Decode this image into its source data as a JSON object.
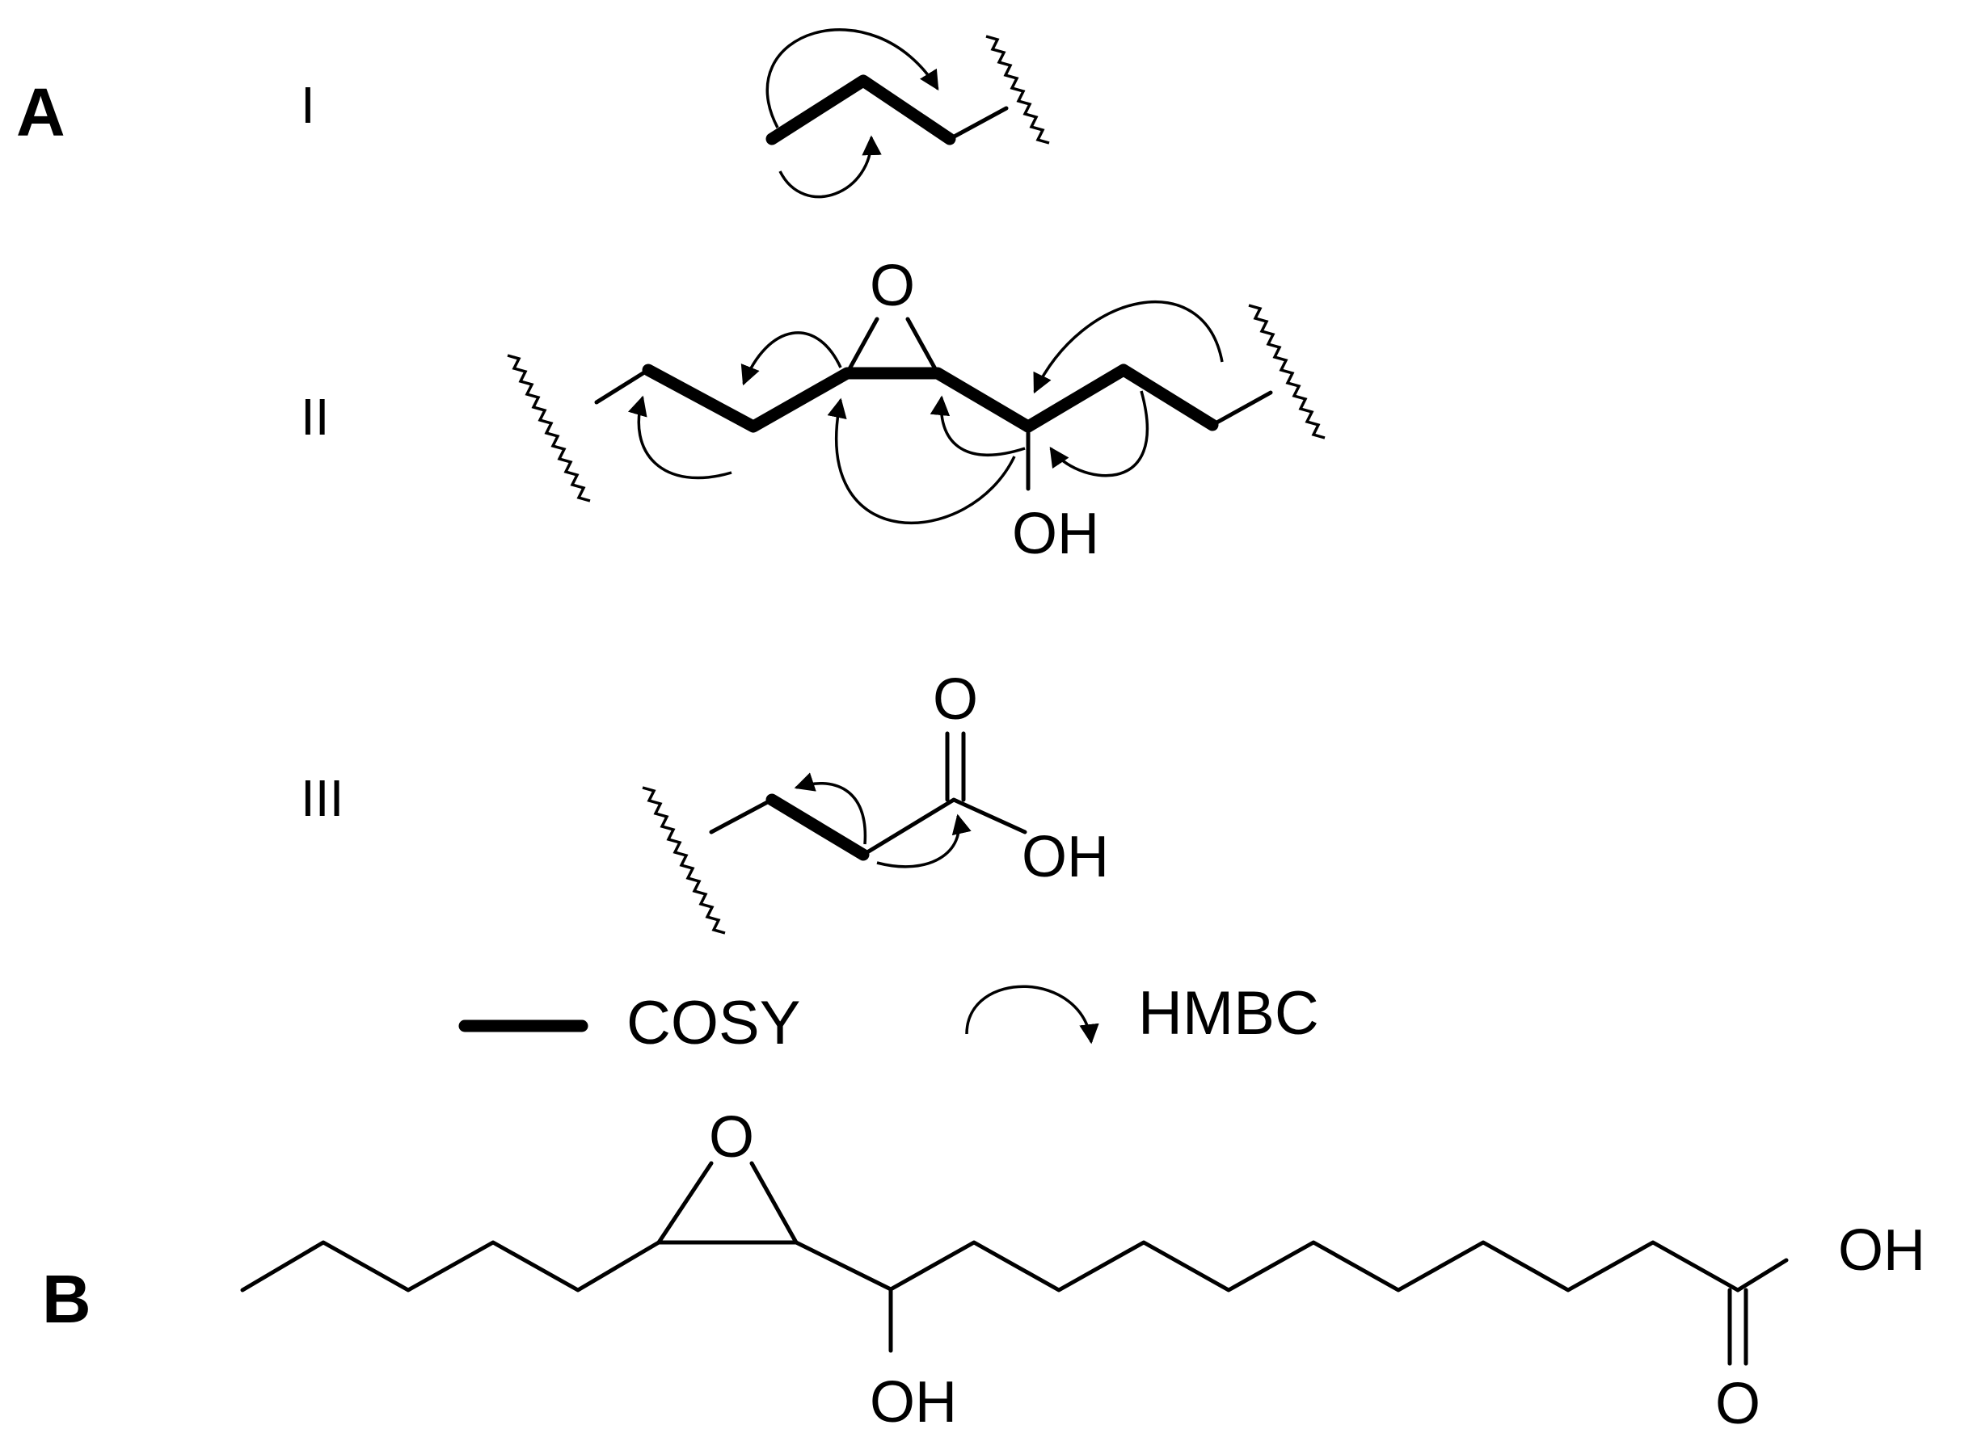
{
  "panels": {
    "a": "A",
    "b": "B"
  },
  "fragments": {
    "i": {
      "label": "I"
    },
    "ii": {
      "label": "II",
      "epoxide_o": "O",
      "hydroxyl": "OH"
    },
    "iii": {
      "label": "III",
      "carbonyl_o": "O",
      "hydroxyl": "OH"
    }
  },
  "legend": {
    "cosy": "COSY",
    "hmbc": "HMBC"
  },
  "structure_b": {
    "epoxide_o": "O",
    "hydroxyl": "OH",
    "acid_oh": "OH",
    "acid_o": "O"
  }
}
